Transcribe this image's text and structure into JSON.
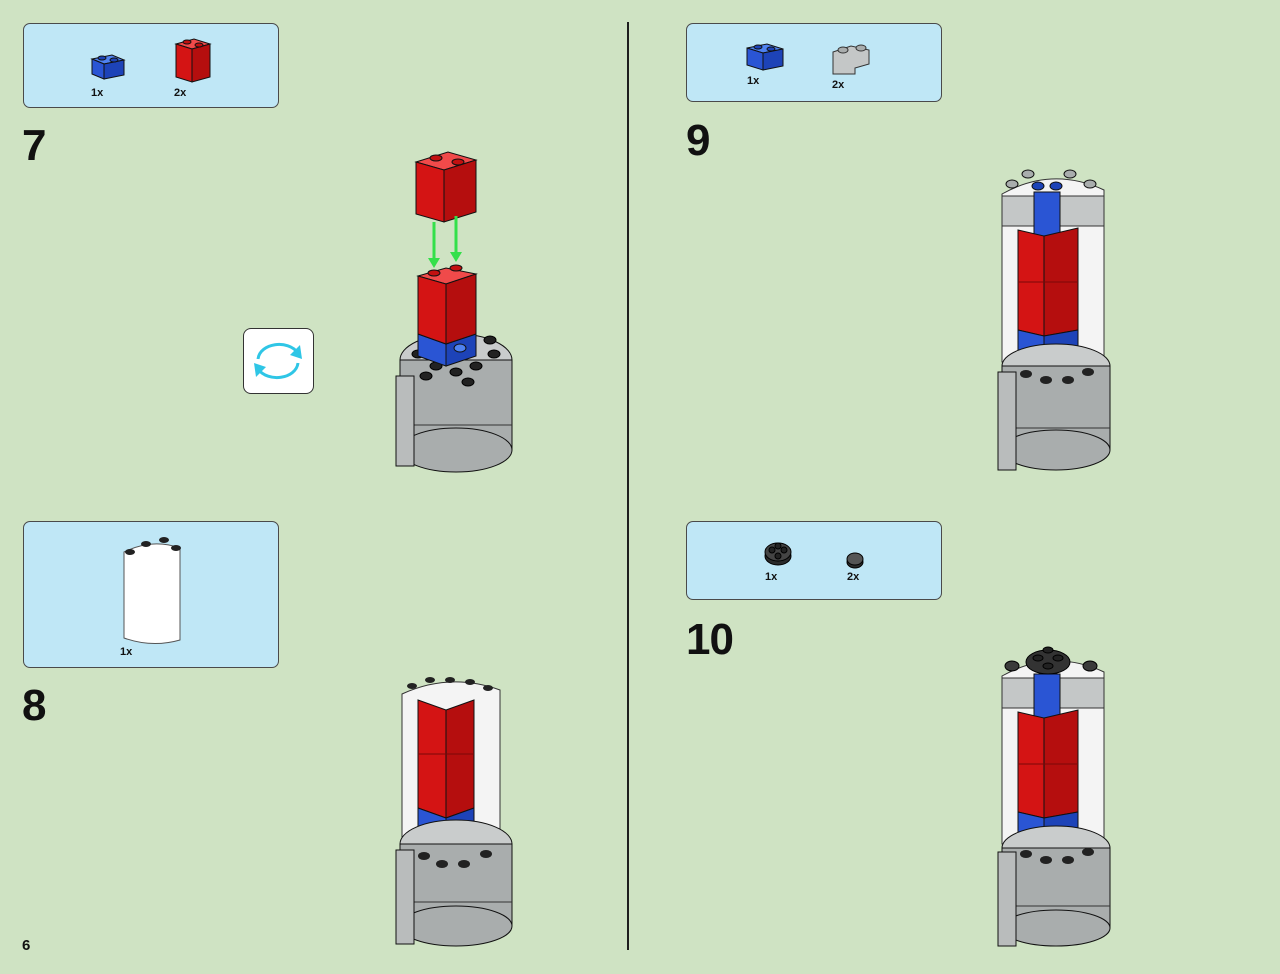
{
  "page": {
    "number": "6"
  },
  "steps": [
    {
      "number": "7",
      "parts": [
        {
          "qty": "1x",
          "part": "blue-brick-1x2"
        },
        {
          "qty": "2x",
          "part": "red-brick-1x2x2"
        }
      ]
    },
    {
      "number": "8",
      "parts": [
        {
          "qty": "1x",
          "part": "white-curved-panel"
        }
      ]
    },
    {
      "number": "9",
      "parts": [
        {
          "qty": "1x",
          "part": "blue-brick-1x2"
        },
        {
          "qty": "2x",
          "part": "grey-corner-plate"
        }
      ]
    },
    {
      "number": "10",
      "parts": [
        {
          "qty": "1x",
          "part": "dark-round-plate"
        },
        {
          "qty": "2x",
          "part": "dark-round-stud"
        }
      ]
    }
  ],
  "icons": {
    "rotate": "rotate-model-icon"
  },
  "colors": {
    "background": "#cfe3c3",
    "callout": "#bfe7f6",
    "red": "#e31b1b",
    "blue": "#2355d8",
    "grey": "#b9bcbc",
    "arrow": "#33e04a",
    "rotate": "#2fc6e6"
  }
}
